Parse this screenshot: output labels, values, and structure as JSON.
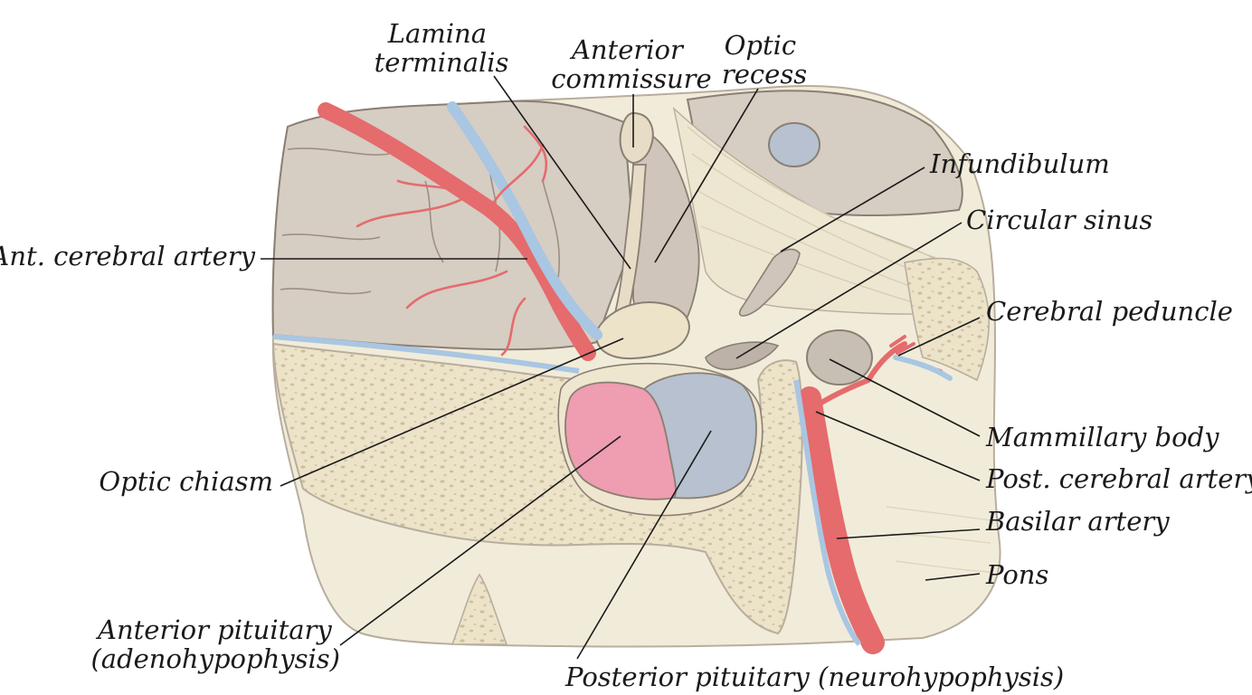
{
  "labels": {
    "lamina_terminalis": [
      "Lamina",
      "terminalis"
    ],
    "anterior_commissure": [
      "Anterior",
      "commissure"
    ],
    "optic_recess": [
      "Optic",
      "recess"
    ],
    "infundibulum": "Infundibulum",
    "circular_sinus": "Circular sinus",
    "ant_cerebral_artery": "Ant. cerebral artery",
    "cerebral_peduncle": "Cerebral peduncle",
    "mammillary_body": "Mammillary body",
    "post_cerebral_artery": "Post. cerebral artery",
    "basilar_artery": "Basilar artery",
    "pons": "Pons",
    "optic_chiasm": "Optic chiasm",
    "anterior_pituitary": [
      "Anterior pituitary",
      "(adenohypophysis)"
    ],
    "posterior_pituitary": "Posterior pituitary (neurohypophysis)"
  },
  "colors": {
    "background": "#ffffff",
    "tissue_cream": "#f1ecd9",
    "brain_gray": "#d6cdc3",
    "bone": "#e9dfc3",
    "bone_speckle": "#cdbf9d",
    "artery_red": "#e56b6d",
    "vein_blue": "#a9c6e2",
    "anterior_pituitary_pink": "#ef9db1",
    "posterior_pituitary_blue": "#b7c1cf",
    "outline": "#8a7f74",
    "text": "#1a1a1a"
  }
}
